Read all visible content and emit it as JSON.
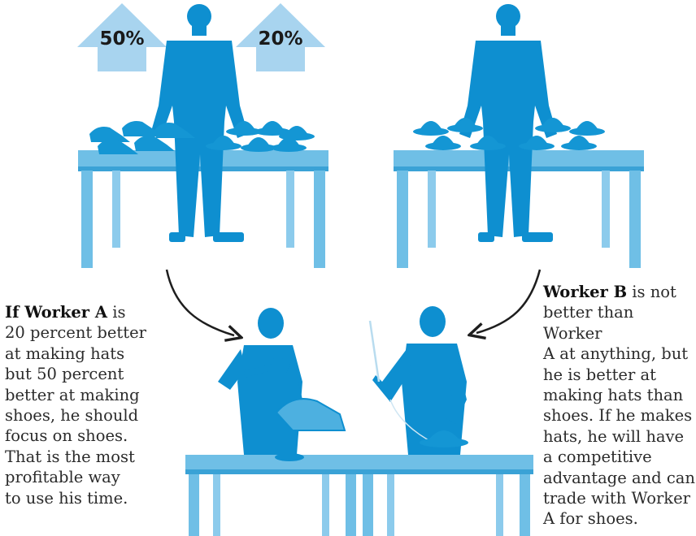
{
  "colors": {
    "figure": "#0e8fd0",
    "figure_light": "#4db0e0",
    "table": "#6fbfe6",
    "table_dark": "#3aa2d6",
    "arrow_badge": "#a8d4ef",
    "curve_arrow": "#1e1e1e",
    "text": "#2b2b2b"
  },
  "top_scene": {
    "left_arrow_label": "50%",
    "right_arrow_label": "20%"
  },
  "captions": {
    "left": {
      "bold": "If Worker A",
      "lines": [
        "is",
        "20 percent better",
        "at making hats",
        "but 50 percent",
        "better at making",
        "shoes, he should",
        "focus on shoes.",
        "That is the most",
        "profitable way",
        "to use his time."
      ]
    },
    "right": {
      "bold": "Worker B",
      "lines": [
        "is not",
        "better than Worker",
        "A at anything, but",
        "he is better at",
        "making hats than",
        "shoes. If he makes",
        "hats, he will have",
        "a competitive",
        "advantage and can",
        "trade with Worker",
        "A for shoes."
      ]
    }
  },
  "icons": [
    "worker-a-figure",
    "worker-b-figure",
    "shoe-icon",
    "hat-icon",
    "hammer-icon",
    "needle-icon",
    "up-arrow-icon",
    "curved-arrow-icon"
  ]
}
